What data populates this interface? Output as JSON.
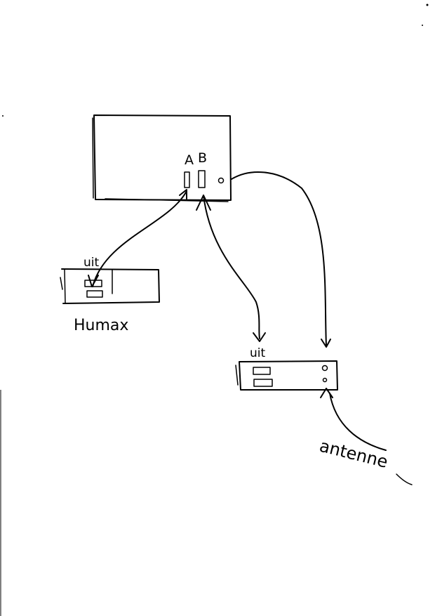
{
  "tv": {
    "port_a_label": "A",
    "port_b_label": "B"
  },
  "humax": {
    "out_label": "uit",
    "name_label": "Humax"
  },
  "receiver": {
    "out_label": "uit"
  },
  "antenna": {
    "label": "antenne"
  },
  "colors": {
    "ink": "#000000",
    "paper": "#ffffff"
  }
}
